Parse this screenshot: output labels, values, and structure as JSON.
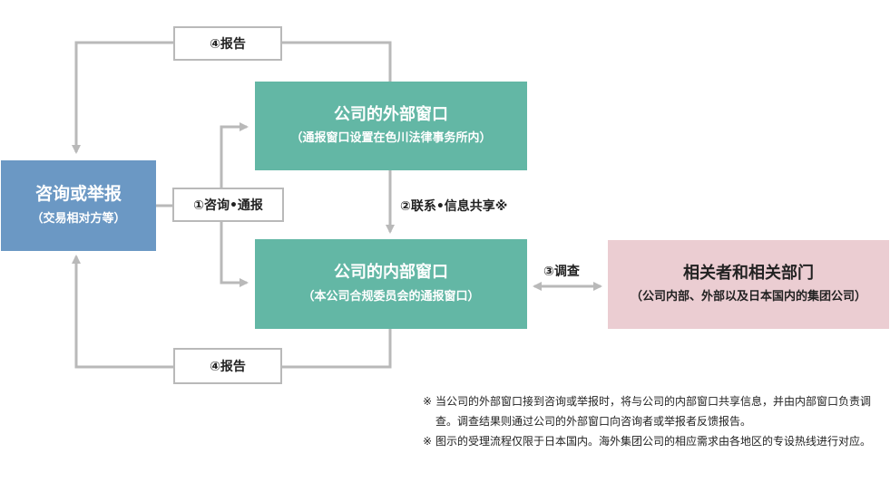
{
  "nodes": {
    "reporter": {
      "title": "咨询或举报",
      "subtitle": "（交易相对方等）"
    },
    "external_desk": {
      "title": "公司的外部窗口",
      "subtitle": "（通报窗口设置在色川法律事务所内）"
    },
    "internal_desk": {
      "title": "公司的内部窗口",
      "subtitle": "（本公司合规委员会的通报窗口）"
    },
    "related_depts": {
      "title": "相关者和相关部门",
      "subtitle": "（公司内部、外部以及日本国内的集团公司）"
    }
  },
  "edges": {
    "consult_report": "①咨询•通报",
    "contact_share": "②联系•信息共享※",
    "investigate": "③调查",
    "report_top": "④报告",
    "report_bottom": "④报告"
  },
  "notes": [
    {
      "mark": "※",
      "text": "当公司的外部窗口接到咨询或举报时，将与公司的内部窗口共享信息，并由内部窗口负责调查。调查结果则通过公司的外部窗口向咨询者或举报者反馈报告。"
    },
    {
      "mark": "※",
      "text": "图示的受理流程仅限于日本国内。海外集团公司的相应需求由各地区的专设热线进行对应。"
    }
  ],
  "colors": {
    "reporter": "#6b98c4",
    "desk": "#63b7a5",
    "related": "#ebcdd2",
    "connector": "#b9b9b9"
  }
}
